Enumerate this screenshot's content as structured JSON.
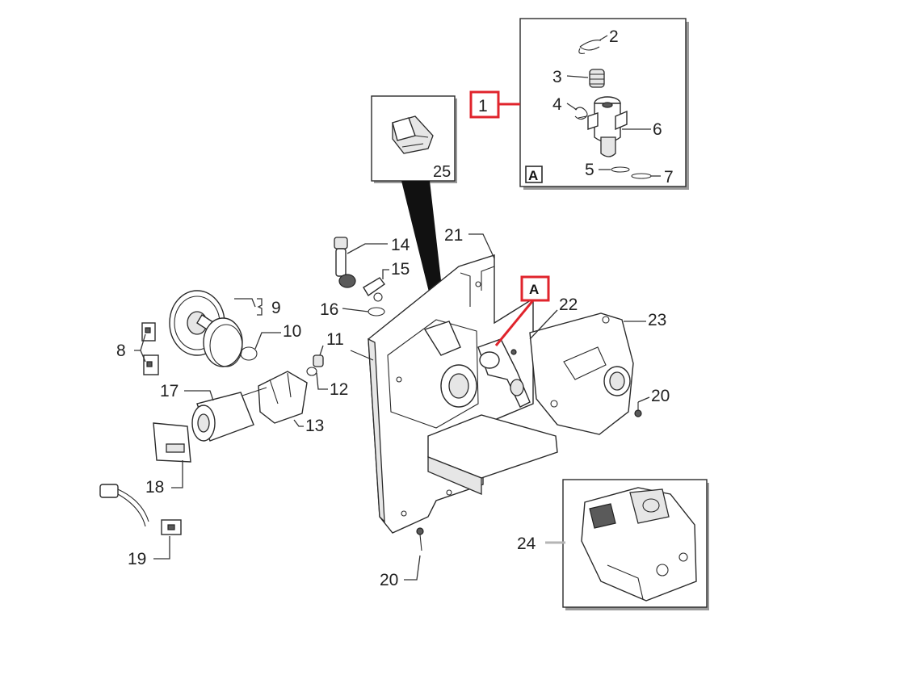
{
  "callouts": {
    "c1": "1",
    "c2": "2",
    "c3": "3",
    "c4": "4",
    "c5": "5",
    "c6": "6",
    "c7": "7",
    "c8": "8",
    "c9": "9",
    "c10": "10",
    "c11": "11",
    "c12": "12",
    "c13": "13",
    "c14": "14",
    "c15": "15",
    "c16": "16",
    "c17": "17",
    "c18": "18",
    "c19": "19",
    "c20a": "20",
    "c20b": "20",
    "c21": "21",
    "c22": "22",
    "c23": "23",
    "c24": "24",
    "c25": "25"
  },
  "detail_marker": "A",
  "detail_box_tag": "A",
  "colors": {
    "highlight": "#e0242c",
    "line": "#2a2a2a",
    "callout_24_leader": "#b5b5b5"
  }
}
